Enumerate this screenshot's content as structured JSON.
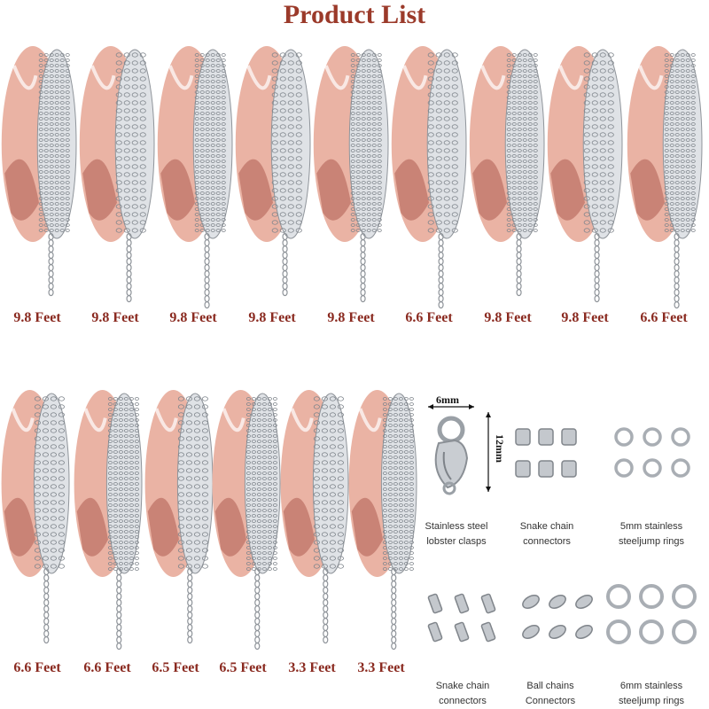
{
  "title": "Product List",
  "colors": {
    "title": "#9b3a2a",
    "label": "#8a2a20",
    "spool_pink": "#eab3a4",
    "spool_dark": "#c0776a",
    "chain_silver": "#b8bcc2"
  },
  "row1_lengths": [
    "9.8 Feet",
    "9.8 Feet",
    "9.8 Feet",
    "9.8 Feet",
    "9.8 Feet",
    "6.6 Feet",
    "9.8 Feet",
    "9.8 Feet",
    "6.6 Feet"
  ],
  "row2_lengths": [
    "6.6 Feet",
    "6.6 Feet",
    "6.5 Feet",
    "6.5 Feet",
    "3.3 Feet",
    "3.3 Feet"
  ],
  "accessories": {
    "clasp_width": "6mm",
    "clasp_height": "12mm",
    "items": [
      {
        "line1": "Stainless steel",
        "line2": "lobster clasps"
      },
      {
        "line1": "Snake chain",
        "line2": "connectors"
      },
      {
        "line1": "5mm stainless",
        "line2": "steeljump rings"
      },
      {
        "line1": "Snake chain",
        "line2": "connectors"
      },
      {
        "line1": "Ball chains",
        "line2": "Connectors"
      },
      {
        "line1": "6mm stainless",
        "line2": "steeljump rings"
      }
    ]
  }
}
